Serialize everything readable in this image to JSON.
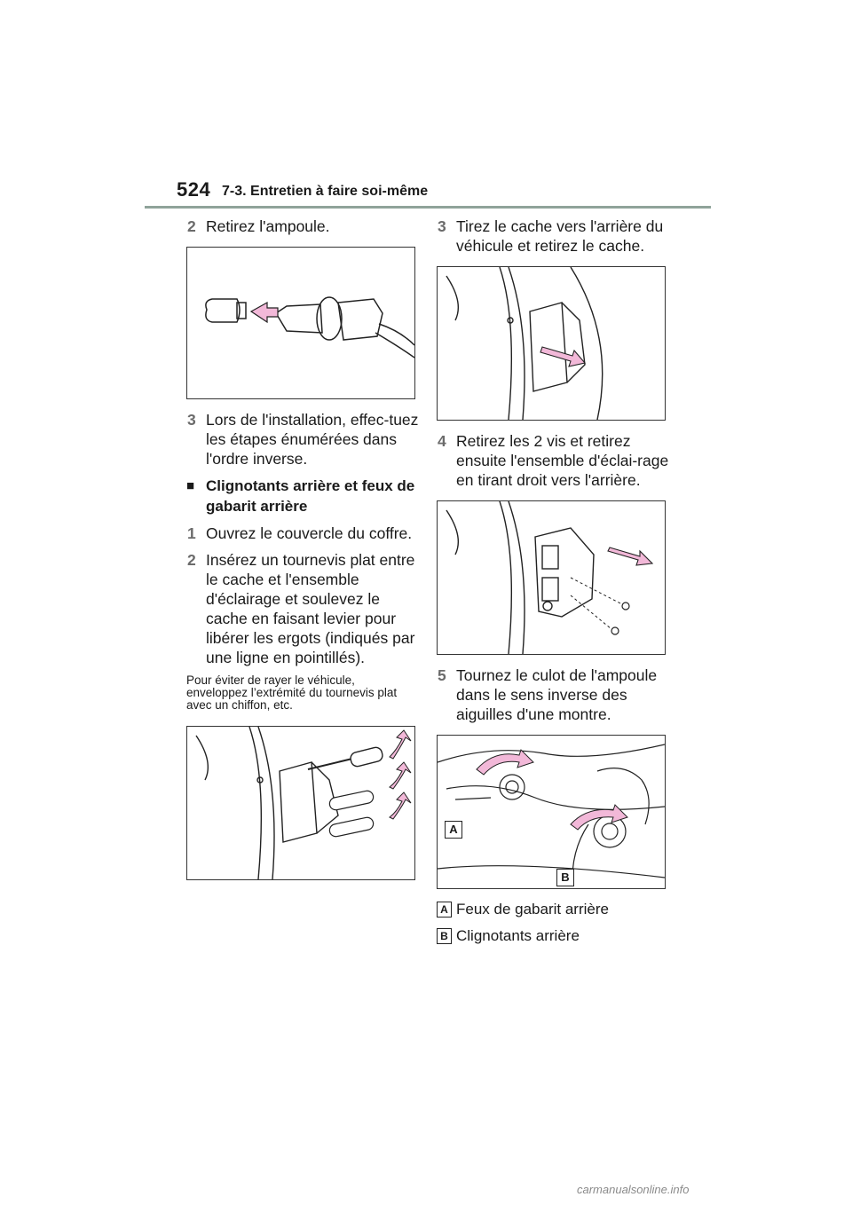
{
  "header": {
    "page_number": "524",
    "section_title": "7-3. Entretien à faire soi-même"
  },
  "left_column": {
    "step_2": {
      "number": "2",
      "text": "Retirez l'ampoule."
    },
    "step_3": {
      "number": "3",
      "text": "Lors de l'installation, effec-tuez les étapes énumérées dans l'ordre inverse."
    },
    "subheading": {
      "icon": "■",
      "text": "Clignotants arrière et feux de gabarit arrière"
    },
    "step_1b": {
      "number": "1",
      "text": "Ouvrez le couvercle du coffre."
    },
    "step_2b": {
      "number": "2",
      "text": "Insérez un tournevis plat entre le cache et l'ensemble d'éclairage et soulevez le cache en faisant levier pour libérer les ergots (indiqués par une ligne en pointillés)."
    },
    "note": "Pour éviter de rayer le véhicule, enveloppez l’extrémité du tournevis plat avec un chiffon, etc."
  },
  "right_column": {
    "step_3": {
      "number": "3",
      "text": "Tirez le cache vers l'arrière du véhicule et retirez le cache."
    },
    "step_4": {
      "number": "4",
      "text": "Retirez les 2 vis et retirez ensuite l'ensemble d'éclai-rage en tirant droit vers l'arrière."
    },
    "step_5": {
      "number": "5",
      "text": "Tournez le culot de l'ampoule dans le sens inverse des aiguilles d'une montre."
    },
    "callout_a": "A",
    "callout_b": "B",
    "legend": [
      {
        "key": "A",
        "text": "Feux de gabarit arrière"
      },
      {
        "key": "B",
        "text": "Clignotants arrière"
      }
    ]
  },
  "footer": {
    "watermark": "carmanualsonline.info"
  },
  "colors": {
    "arrow_fill": "#f2b8d8",
    "header_rule": "#8fa39a",
    "step_number": "#6b6b6b"
  }
}
